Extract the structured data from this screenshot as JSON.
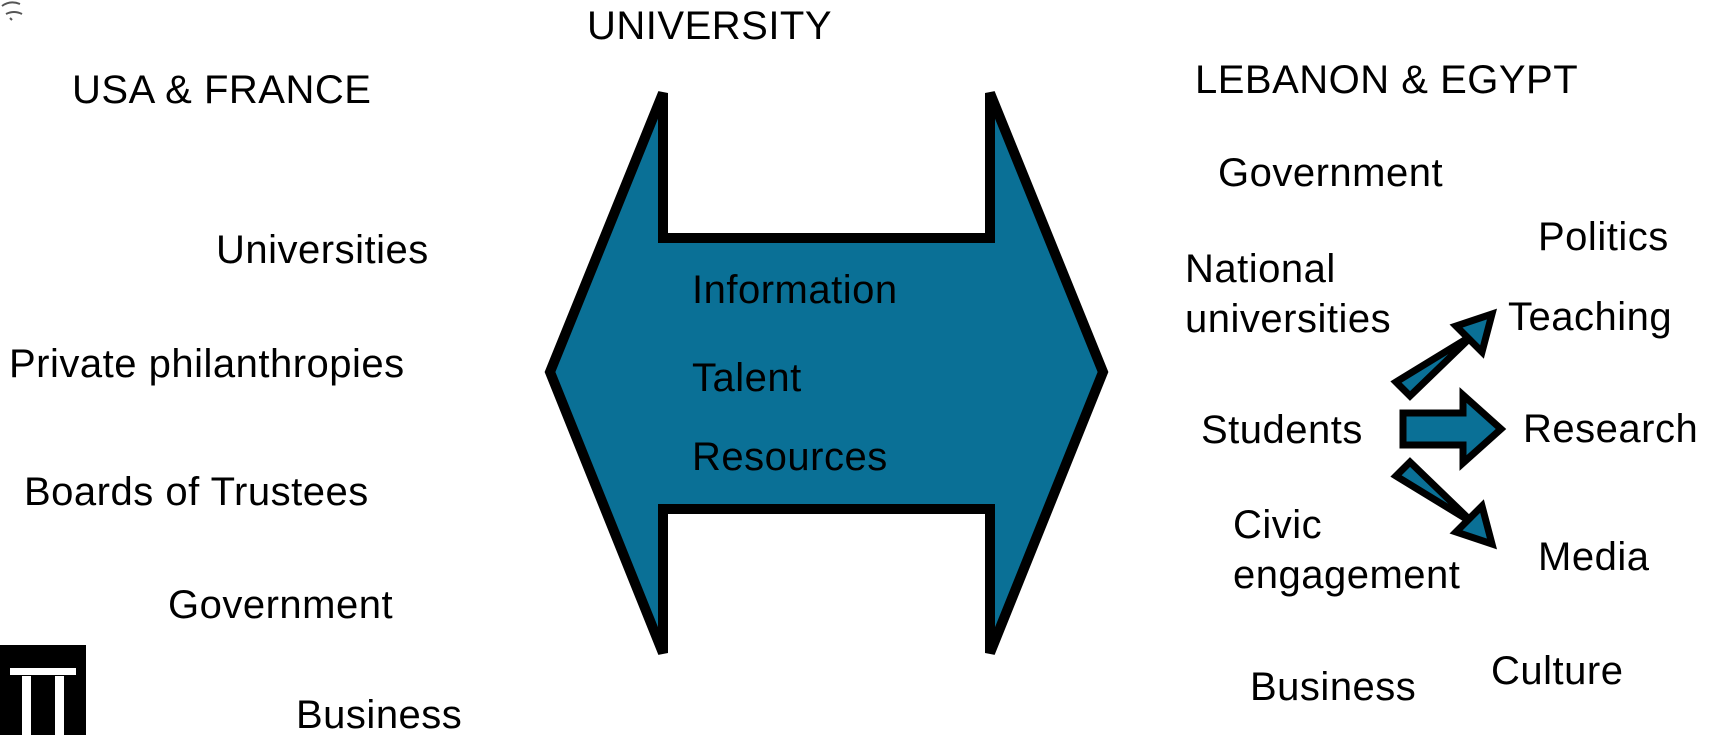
{
  "center": {
    "title": "UNIVERSITY",
    "items": [
      "Information",
      "Talent",
      "Resources"
    ],
    "fill": "#0a7096"
  },
  "left": {
    "heading": "USA & FRANCE",
    "items": [
      "Universities",
      "Private philanthropies",
      "Boards of Trustees",
      "Government",
      "Business"
    ]
  },
  "right": {
    "heading": "LEBANON & EGYPT",
    "government": "Government",
    "national_universities": [
      "National",
      "universities"
    ],
    "students": "Students",
    "civic_engagement": [
      "Civic",
      "engagement"
    ],
    "business": "Business",
    "outputs": {
      "politics": "Politics",
      "teaching": "Teaching",
      "research": "Research",
      "media": "Media",
      "culture": "Culture"
    }
  },
  "colors": {
    "arrow_fill": "#0a7096",
    "outline": "#000000",
    "text": "#000000"
  },
  "icons": [
    "logo-fragment-top-left",
    "logo-fragment-bottom-left"
  ]
}
